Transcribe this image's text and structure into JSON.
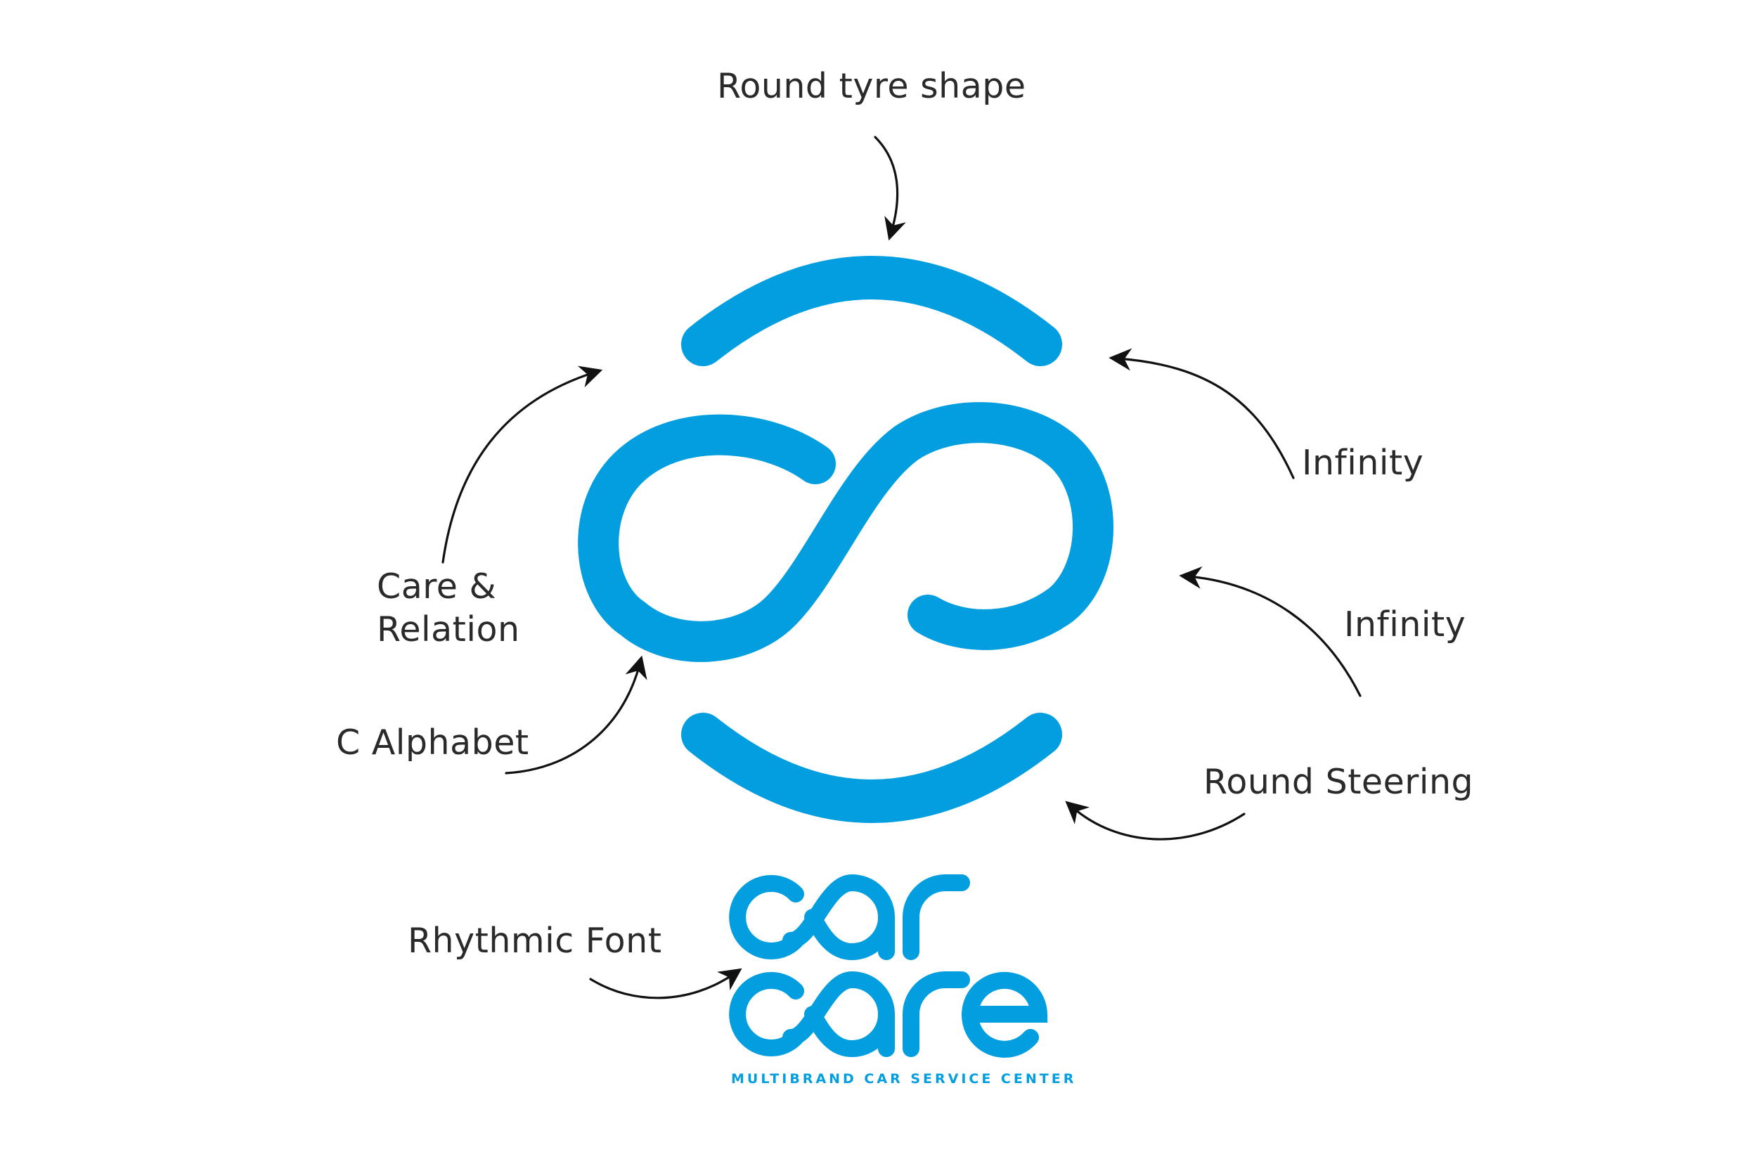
{
  "colors": {
    "brand_blue": "#039ee0",
    "label_text": "#2a2a2a",
    "arrow": "#111111",
    "background": "#ffffff"
  },
  "labels": {
    "round_tyre_shape": "Round tyre shape",
    "infinity_top": "Infinity",
    "infinity_middle": "Infinity",
    "round_steering": "Round Steering",
    "care_relation_line1": "Care &",
    "care_relation_line2": "Relation",
    "c_alphabet": "C Alphabet",
    "rhythmic_font": "Rhythmic Font"
  },
  "logo": {
    "wordmark_line1": "car",
    "wordmark_line2": "care",
    "tagline": "MULTIBRAND CAR SERVICE CENTER"
  }
}
